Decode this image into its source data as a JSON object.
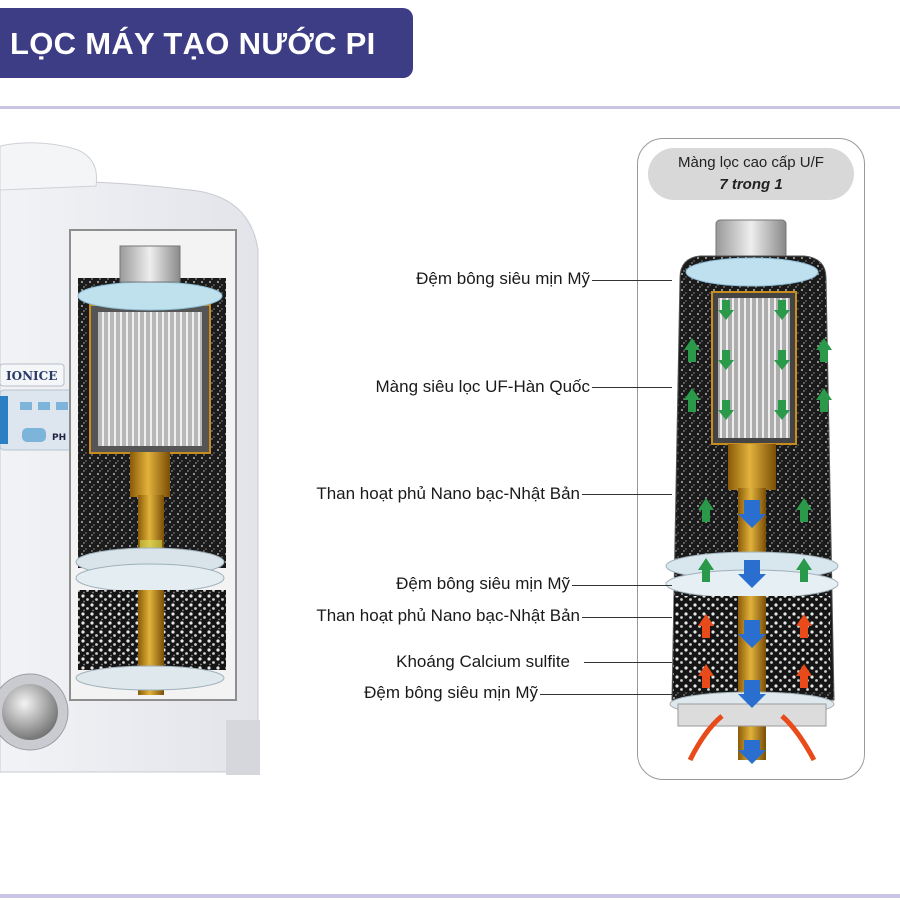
{
  "title": "LỌC MÁY TẠO NƯỚC PI",
  "brand_logo": "IONICE",
  "device_button_label": "PH",
  "panel_header": {
    "line1": "Màng lọc cao cấp U/F",
    "line2": "7 trong 1"
  },
  "layers": [
    "Đệm bông siêu mịn Mỹ",
    "Màng siêu lọc UF-Hàn Quốc",
    "Than hoạt phủ Nano bạc-Nhật Bản",
    "Đệm bông siêu mịn Mỹ",
    "Than hoạt phủ Nano bạc-Nhật Bản",
    "Khoáng Calcium sulfite",
    "Đệm bông siêu mịn Mỹ"
  ],
  "colors": {
    "title_bg": "#3d3d85",
    "rule": "#c8c6e4",
    "pipe": "#c8901c",
    "flow_down": "#2a6fd0",
    "flow_up": "#2a9a4a",
    "flow_in": "#e84a1a"
  }
}
